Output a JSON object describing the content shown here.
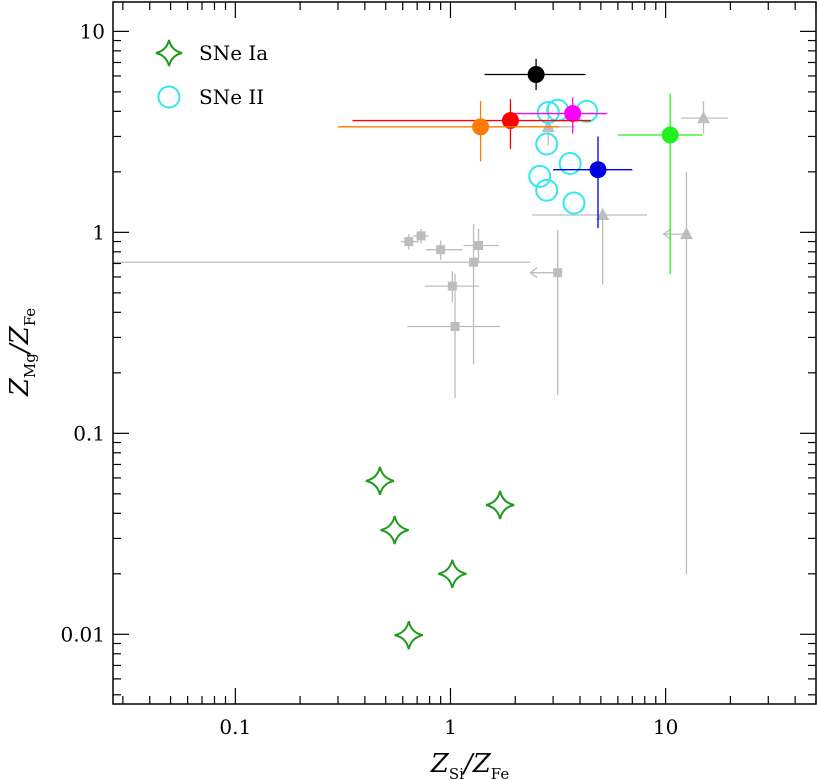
{
  "chart_data": {
    "type": "scatter",
    "x_scale": "log",
    "y_scale": "log",
    "xlim": [
      0.027,
      50
    ],
    "ylim": [
      0.0045,
      14
    ],
    "xlabel": {
      "main": "Z",
      "sub": "Si",
      "sep": "/",
      "main2": "Z",
      "sub2": "Fe"
    },
    "ylabel": {
      "main": "Z",
      "sub": "Mg",
      "sep": "/",
      "main2": "Z",
      "sub2": "Fe"
    },
    "x_ticks": [
      {
        "value": 0.1,
        "label": "0.1"
      },
      {
        "value": 1,
        "label": "1"
      },
      {
        "value": 10,
        "label": "10"
      }
    ],
    "y_ticks": [
      {
        "value": 0.01,
        "label": "0.01"
      },
      {
        "value": 0.1,
        "label": "0.1"
      },
      {
        "value": 1,
        "label": "1"
      },
      {
        "value": 10,
        "label": "10"
      }
    ],
    "grid": false,
    "legend": {
      "position": "top-left",
      "entries": [
        {
          "label": "SNe Ia",
          "marker": "star4",
          "color": "#1f9a1f"
        },
        {
          "label": "SNe II",
          "marker": "circle-open",
          "color": "#33e8f0"
        }
      ]
    },
    "series": [
      {
        "name": "SNe Ia",
        "marker": "star4",
        "color": "#1f9a1f",
        "points": [
          {
            "x": 0.47,
            "y": 0.058
          },
          {
            "x": 0.55,
            "y": 0.033
          },
          {
            "x": 1.7,
            "y": 0.044
          },
          {
            "x": 1.02,
            "y": 0.02
          },
          {
            "x": 0.64,
            "y": 0.0099
          }
        ]
      },
      {
        "name": "SNe II",
        "marker": "circle-open",
        "color": "#33e8f0",
        "points": [
          {
            "x": 2.85,
            "y": 3.95
          },
          {
            "x": 3.15,
            "y": 4.05
          },
          {
            "x": 4.3,
            "y": 4.0
          },
          {
            "x": 2.8,
            "y": 2.75
          },
          {
            "x": 3.6,
            "y": 2.2
          },
          {
            "x": 2.6,
            "y": 1.9
          },
          {
            "x": 2.8,
            "y": 1.62
          },
          {
            "x": 3.75,
            "y": 1.4
          }
        ]
      },
      {
        "marker": "circle-filled",
        "color": "#000000",
        "points": [
          {
            "x": 2.5,
            "y": 6.1,
            "xerr": [
              1.44,
              4.25
            ],
            "yerr": [
              5.1,
              7.3
            ]
          }
        ]
      },
      {
        "marker": "circle-filled",
        "color": "#ff00ff",
        "points": [
          {
            "x": 3.7,
            "y": 3.9,
            "xerr": [
              1.85,
              5.35
            ],
            "yerr": [
              3.1,
              4.7
            ]
          }
        ]
      },
      {
        "marker": "circle-filled",
        "color": "#ff0000",
        "points": [
          {
            "x": 1.9,
            "y": 3.6,
            "xerr": [
              0.35,
              4.5
            ],
            "yerr": [
              2.6,
              4.6
            ]
          }
        ]
      },
      {
        "marker": "circle-filled",
        "color": "#ff7a00",
        "points": [
          {
            "x": 1.38,
            "y": 3.35,
            "xerr": [
              0.3,
              3.2
            ],
            "yerr": [
              2.25,
              4.5
            ]
          }
        ]
      },
      {
        "marker": "circle-filled",
        "color": "#0000e0",
        "points": [
          {
            "x": 4.85,
            "y": 2.05,
            "xerr": [
              3.0,
              7.0
            ],
            "yerr": [
              1.05,
              3.0
            ]
          }
        ]
      },
      {
        "marker": "circle-filled",
        "color": "#22f022",
        "points": [
          {
            "x": 10.5,
            "y": 3.05,
            "xerr": [
              6.0,
              14.8
            ],
            "yerr": [
              0.62,
              4.9
            ]
          }
        ]
      },
      {
        "marker": "square",
        "color": "#bdbdbd",
        "points": [
          {
            "x": 0.64,
            "y": 0.9,
            "xerr": [
              0.59,
              0.71
            ],
            "yerr": [
              0.82,
              0.98
            ]
          },
          {
            "x": 0.73,
            "y": 0.96,
            "xerr": [
              0.67,
              0.79
            ],
            "yerr": [
              0.88,
              1.04
            ]
          },
          {
            "x": 0.9,
            "y": 0.82,
            "xerr": [
              0.77,
              1.14
            ],
            "yerr": [
              0.73,
              0.91
            ]
          },
          {
            "x": 1.35,
            "y": 0.86,
            "xerr": [
              1.15,
              1.68
            ],
            "yerr": [
              0.7,
              1.04
            ]
          },
          {
            "x": 1.28,
            "y": 0.71,
            "xerr": [
              0.027,
              2.35
            ],
            "yerr": [
              0.22,
              1.1
            ]
          },
          {
            "x": 1.02,
            "y": 0.54,
            "xerr": [
              0.76,
              1.36
            ],
            "yerr": [
              0.45,
              0.64
            ]
          },
          {
            "x": 1.05,
            "y": 0.34,
            "xerr": [
              0.63,
              1.7
            ],
            "yerr": [
              0.15,
              0.62
            ]
          },
          {
            "x": 3.15,
            "y": 0.63,
            "xerr": [
              2.35,
              3.15
            ],
            "yerr": [
              0.155,
              1.03
            ],
            "x_upper_limit": true
          }
        ]
      },
      {
        "marker": "triangle",
        "color": "#bdbdbd",
        "points": [
          {
            "x": 2.85,
            "y": 3.35,
            "xerr": [
              1.9,
              3.8
            ],
            "yerr": [
              2.7,
              4.2
            ]
          },
          {
            "x": 15,
            "y": 3.7,
            "xerr": [
              11.8,
              19.5
            ],
            "yerr": [
              3.1,
              4.5
            ]
          },
          {
            "x": 5.1,
            "y": 1.22,
            "xerr": [
              2.4,
              8.2
            ],
            "yerr": [
              0.55,
              1.22
            ]
          },
          {
            "x": 12.5,
            "y": 0.98,
            "xerr": [
              9.8,
              12.5
            ],
            "yerr": [
              0.02,
              2.0
            ],
            "x_upper_limit": true
          }
        ]
      }
    ]
  }
}
